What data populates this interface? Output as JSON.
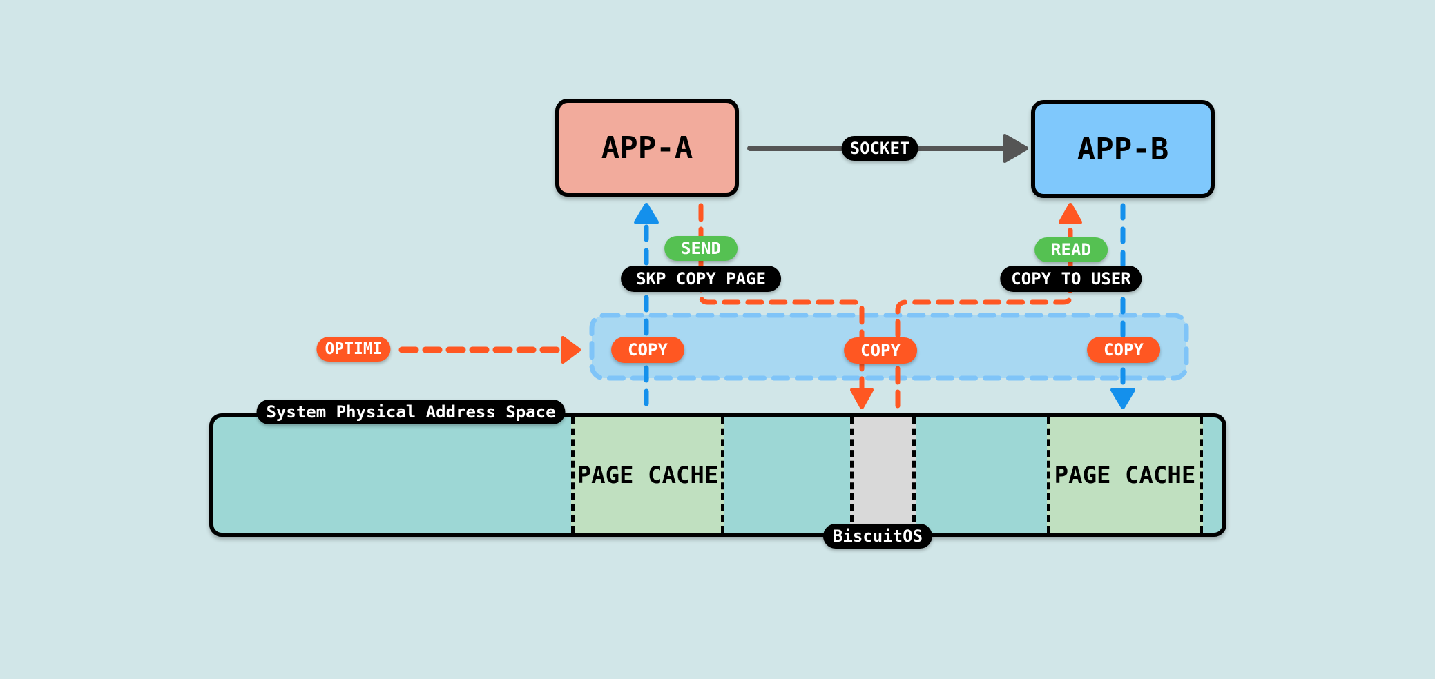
{
  "diagram": {
    "title": "Zero-copy page sharing between applications",
    "colors": {
      "background": "#d1e6e8",
      "app_a": "#f2ab9c",
      "app_b": "#7fc8fc",
      "orange": "#ff5722",
      "blue": "#1490ec",
      "green": "#55c152",
      "memory": "#9dd7d5",
      "page_cache": "#c0e0c0",
      "reserved": "#d9d9d9",
      "copy_region": "#a8d8f2"
    },
    "apps": [
      {
        "id": "app-a",
        "label": "APP-A"
      },
      {
        "id": "app-b",
        "label": "APP-B"
      }
    ],
    "socket_label": "SOCKET",
    "app_a_labels": {
      "action": "SEND",
      "path": "SKP COPY PAGE"
    },
    "app_b_labels": {
      "action": "READ",
      "path": "COPY TO USER"
    },
    "optimize_label": "OPTIMI",
    "copy_labels": [
      "COPY",
      "COPY",
      "COPY"
    ],
    "memory": {
      "title": "System Physical Address Space",
      "segments": [
        "PAGE CACHE",
        "PAGE CACHE"
      ],
      "footer": "BiscuitOS"
    }
  }
}
